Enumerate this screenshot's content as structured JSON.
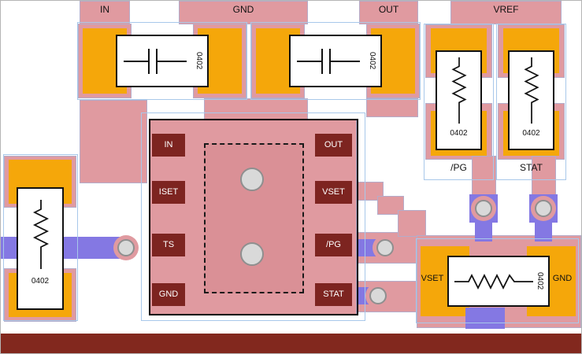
{
  "rails": {
    "in": "IN",
    "gnd": "GND",
    "out": "OUT",
    "vref": "VREF"
  },
  "ic": {
    "left": [
      "IN",
      "ISET",
      "TS",
      "GND"
    ],
    "right": [
      "OUT",
      "VSET",
      "/PG",
      "STAT"
    ]
  },
  "components": {
    "c_in": {
      "size": "0402"
    },
    "c_out": {
      "size": "0402"
    },
    "r_pg": {
      "size": "0402",
      "label": "/PG"
    },
    "r_stat": {
      "size": "0402",
      "label": "STAT"
    },
    "r_left": {
      "size": "0402"
    },
    "r_vset": {
      "size": "0402",
      "left_pad": "VSET",
      "right_pad": "GND"
    }
  },
  "colors": {
    "pour": "#E09AA0",
    "pour_dark": "#DA9096",
    "pad": "#F5A70A",
    "trace": "#8478E3",
    "via_fill": "#D9D9D9",
    "via_edge": "#8F8F8F",
    "bottom_layer": "#82281E",
    "courtyard": "#A8C8EA",
    "ic_pad": "#7D2420"
  }
}
